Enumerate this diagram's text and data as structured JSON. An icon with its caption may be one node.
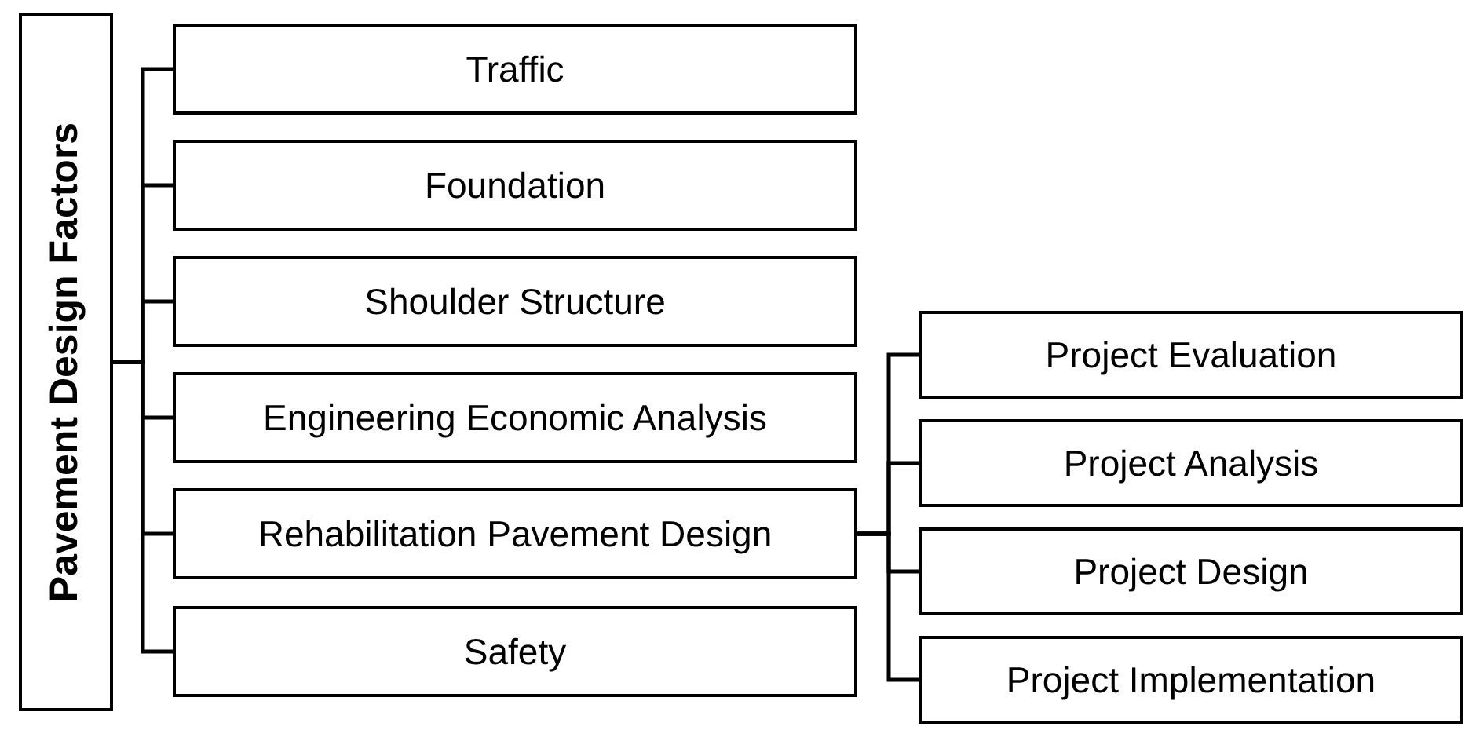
{
  "diagram": {
    "nodes": [
      {
        "text": [
          "Pavement Design Factors"
        ]
      },
      {
        "text": [
          "Traffic"
        ]
      },
      {
        "text": [
          "Foundation"
        ]
      },
      {
        "text": [
          "Shoulder Structure"
        ]
      },
      {
        "text": [
          "Engineering Economic Analysis"
        ]
      },
      {
        "text": [
          "Rehabilitation Pavement Design"
        ]
      },
      {
        "text": [
          "Safety"
        ]
      },
      {
        "text": [
          "Project Evaluation"
        ]
      },
      {
        "text": [
          "Project Analysis"
        ]
      },
      {
        "text": [
          "Project Design"
        ]
      },
      {
        "text": [
          "Project Implementation"
        ]
      }
    ],
    "edges": [
      {
        "from": 0,
        "to": 1,
        "arrow": "none"
      },
      {
        "from": 0,
        "to": 2,
        "arrow": "none"
      },
      {
        "from": 0,
        "to": 3,
        "arrow": "none"
      },
      {
        "from": 0,
        "to": 4,
        "arrow": "none"
      },
      {
        "from": 0,
        "to": 5,
        "arrow": "none"
      },
      {
        "from": 0,
        "to": 6,
        "arrow": "none"
      },
      {
        "from": 5,
        "to": 7,
        "arrow": "none"
      },
      {
        "from": 5,
        "to": 8,
        "arrow": "none"
      },
      {
        "from": 5,
        "to": 9,
        "arrow": "none"
      },
      {
        "from": 5,
        "to": 10,
        "arrow": "none"
      }
    ]
  }
}
